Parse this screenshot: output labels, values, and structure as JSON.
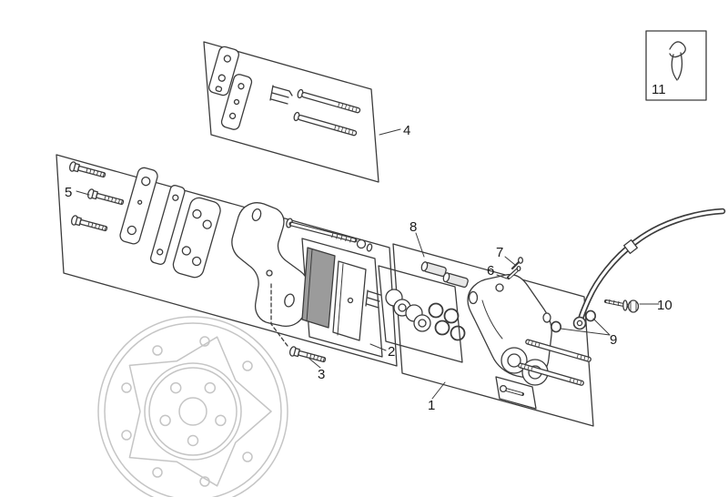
{
  "colors": {
    "line": "#3c3c3c",
    "pad_shade": "#9b9b9b",
    "metal_shade": "#e6e6e6",
    "disc_line": "#c5c5c5",
    "background": "#ffffff"
  },
  "callouts": {
    "c1": {
      "label": "1"
    },
    "c2": {
      "label": "2"
    },
    "c3": {
      "label": "3"
    },
    "c4": {
      "label": "4"
    },
    "c5": {
      "label": "5"
    },
    "c6": {
      "label": "6"
    },
    "c7": {
      "label": "7"
    },
    "c8": {
      "label": "8"
    },
    "c9": {
      "label": "9"
    },
    "c10": {
      "label": "10"
    },
    "c11": {
      "label": "11"
    }
  }
}
